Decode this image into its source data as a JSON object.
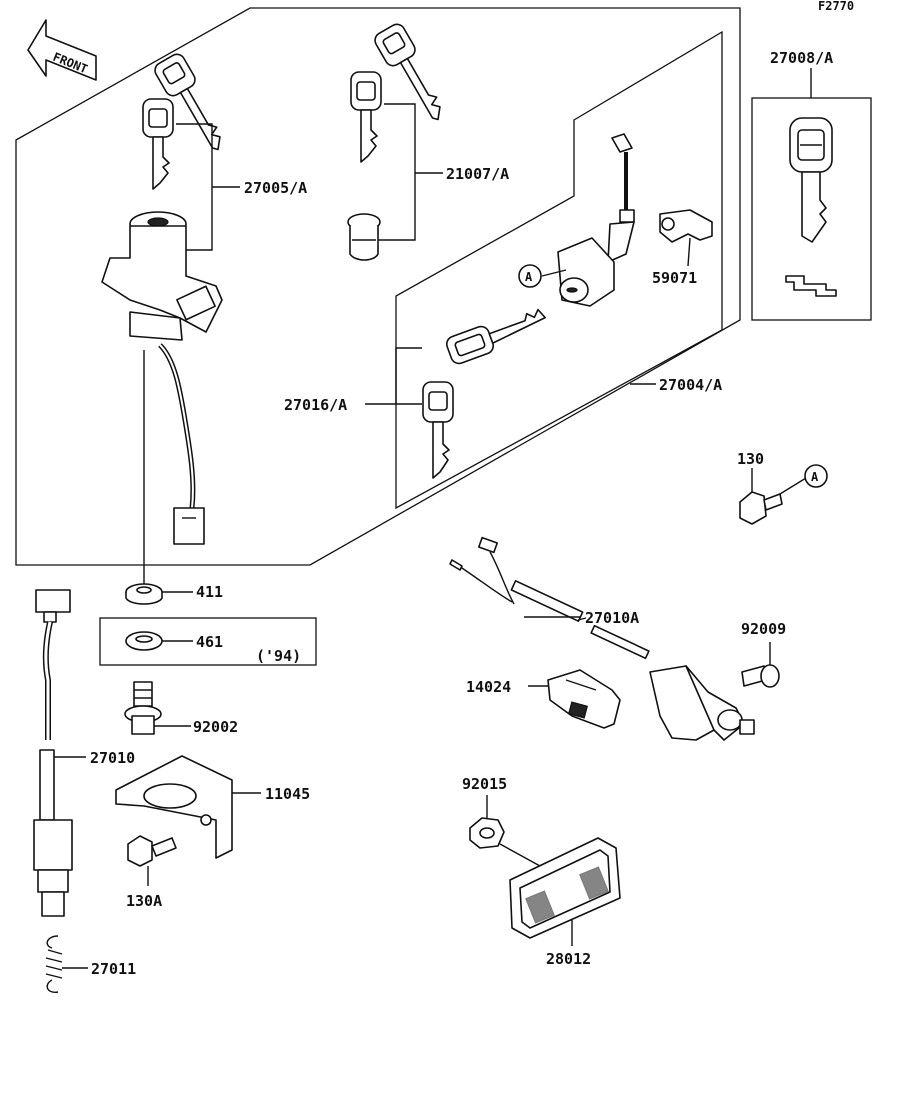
{
  "figure_code": "F2770",
  "front_label": "FRONT",
  "ref_marker": "A",
  "parts": {
    "p27005": "27005/A",
    "p21007": "21007/A",
    "p27008": "27008/A",
    "p59071": "59071",
    "p27004": "27004/A",
    "p27016": "27016/A",
    "p130": "130",
    "p411": "411",
    "p461": "461",
    "p94": "('94)",
    "p27010A": "27010A",
    "p92009": "92009",
    "p14024": "14024",
    "p92002": "92002",
    "p27010": "27010",
    "p11045": "11045",
    "p130A": "130A",
    "p92015": "92015",
    "p28012": "28012",
    "p27011": "27011"
  }
}
